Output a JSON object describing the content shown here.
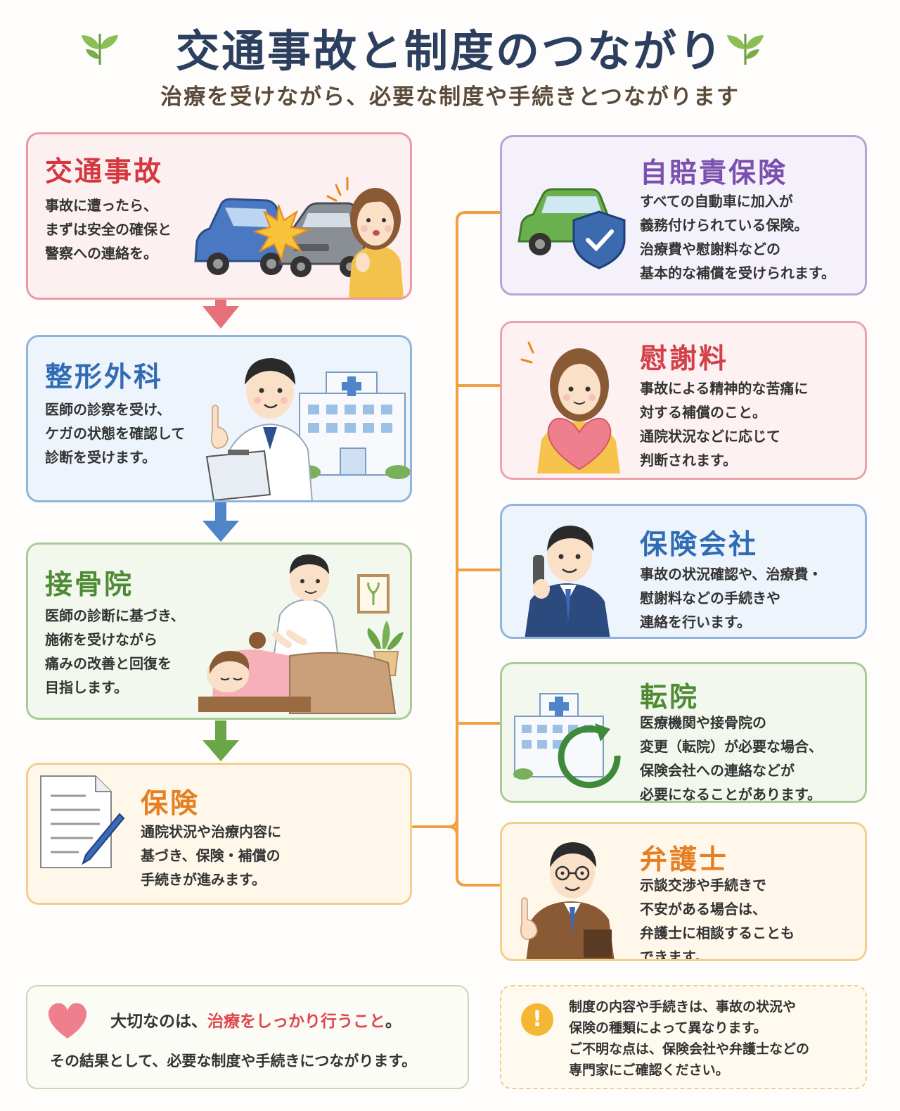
{
  "header": {
    "title": "交通事故と制度のつながり",
    "subtitle": "治療を受けながら、必要な制度や手続きとつながります"
  },
  "flow": [
    {
      "id": "accident",
      "title": "交通事故",
      "desc": "事故に遭ったら、\nまずは安全の確保と\n警察への連絡を。"
    },
    {
      "id": "orthopedics",
      "title": "整形外科",
      "desc": "医師の診察を受け、\nケガの状態を確認して\n診断を受けます。"
    },
    {
      "id": "bonesetter",
      "title": "接骨院",
      "desc": "医師の診断に基づき、\n施術を受けながら\n痛みの改善と回復を\n目指します。"
    },
    {
      "id": "insurance",
      "title": "保険",
      "desc": "通院状況や治療内容に\n基づき、保険・補償の\n手続きが進みます。"
    }
  ],
  "systems": [
    {
      "id": "jibaiseki",
      "title": "自賠責保険",
      "desc": "すべての自動車に加入が\n義務付けられている保険。\n治療費や慰謝料などの\n基本的な補償を受けられます。"
    },
    {
      "id": "isharyo",
      "title": "慰謝料",
      "desc": "事故による精神的な苦痛に\n対する補償のこと。\n通院状況などに応じて\n判断されます。"
    },
    {
      "id": "insurer",
      "title": "保険会社",
      "desc": "事故の状況確認や、治療費・\n慰謝料などの手続きや\n連絡を行います。"
    },
    {
      "id": "transfer",
      "title": "転院",
      "desc": "医療機関や接骨院の\n変更（転院）が必要な場合、\n保険会社への連絡などが\n必要になることがあります。"
    },
    {
      "id": "lawyer",
      "title": "弁護士",
      "desc": "示談交渉や手続きで\n不安がある場合は、\n弁護士に相談することも\nできます。"
    }
  ],
  "notes": {
    "important_prefix": "大切なのは、",
    "important_highlight": "治療をしっかり行うこと",
    "important_suffix": "。",
    "result": "その結果として、必要な制度や手続きにつながります。",
    "caution": "制度の内容や手続きは、事故の状況や\n保険の種類によって異なります。\nご不明な点は、保険会社や弁護士などの\n専門家にご確認ください。",
    "caution_icon": "!"
  },
  "colors": {
    "red": "#d4373f",
    "blue": "#2f6cb5",
    "green": "#4f8a35",
    "orange": "#e67e22",
    "purple": "#7b4fae",
    "connector": "#f0a040"
  }
}
